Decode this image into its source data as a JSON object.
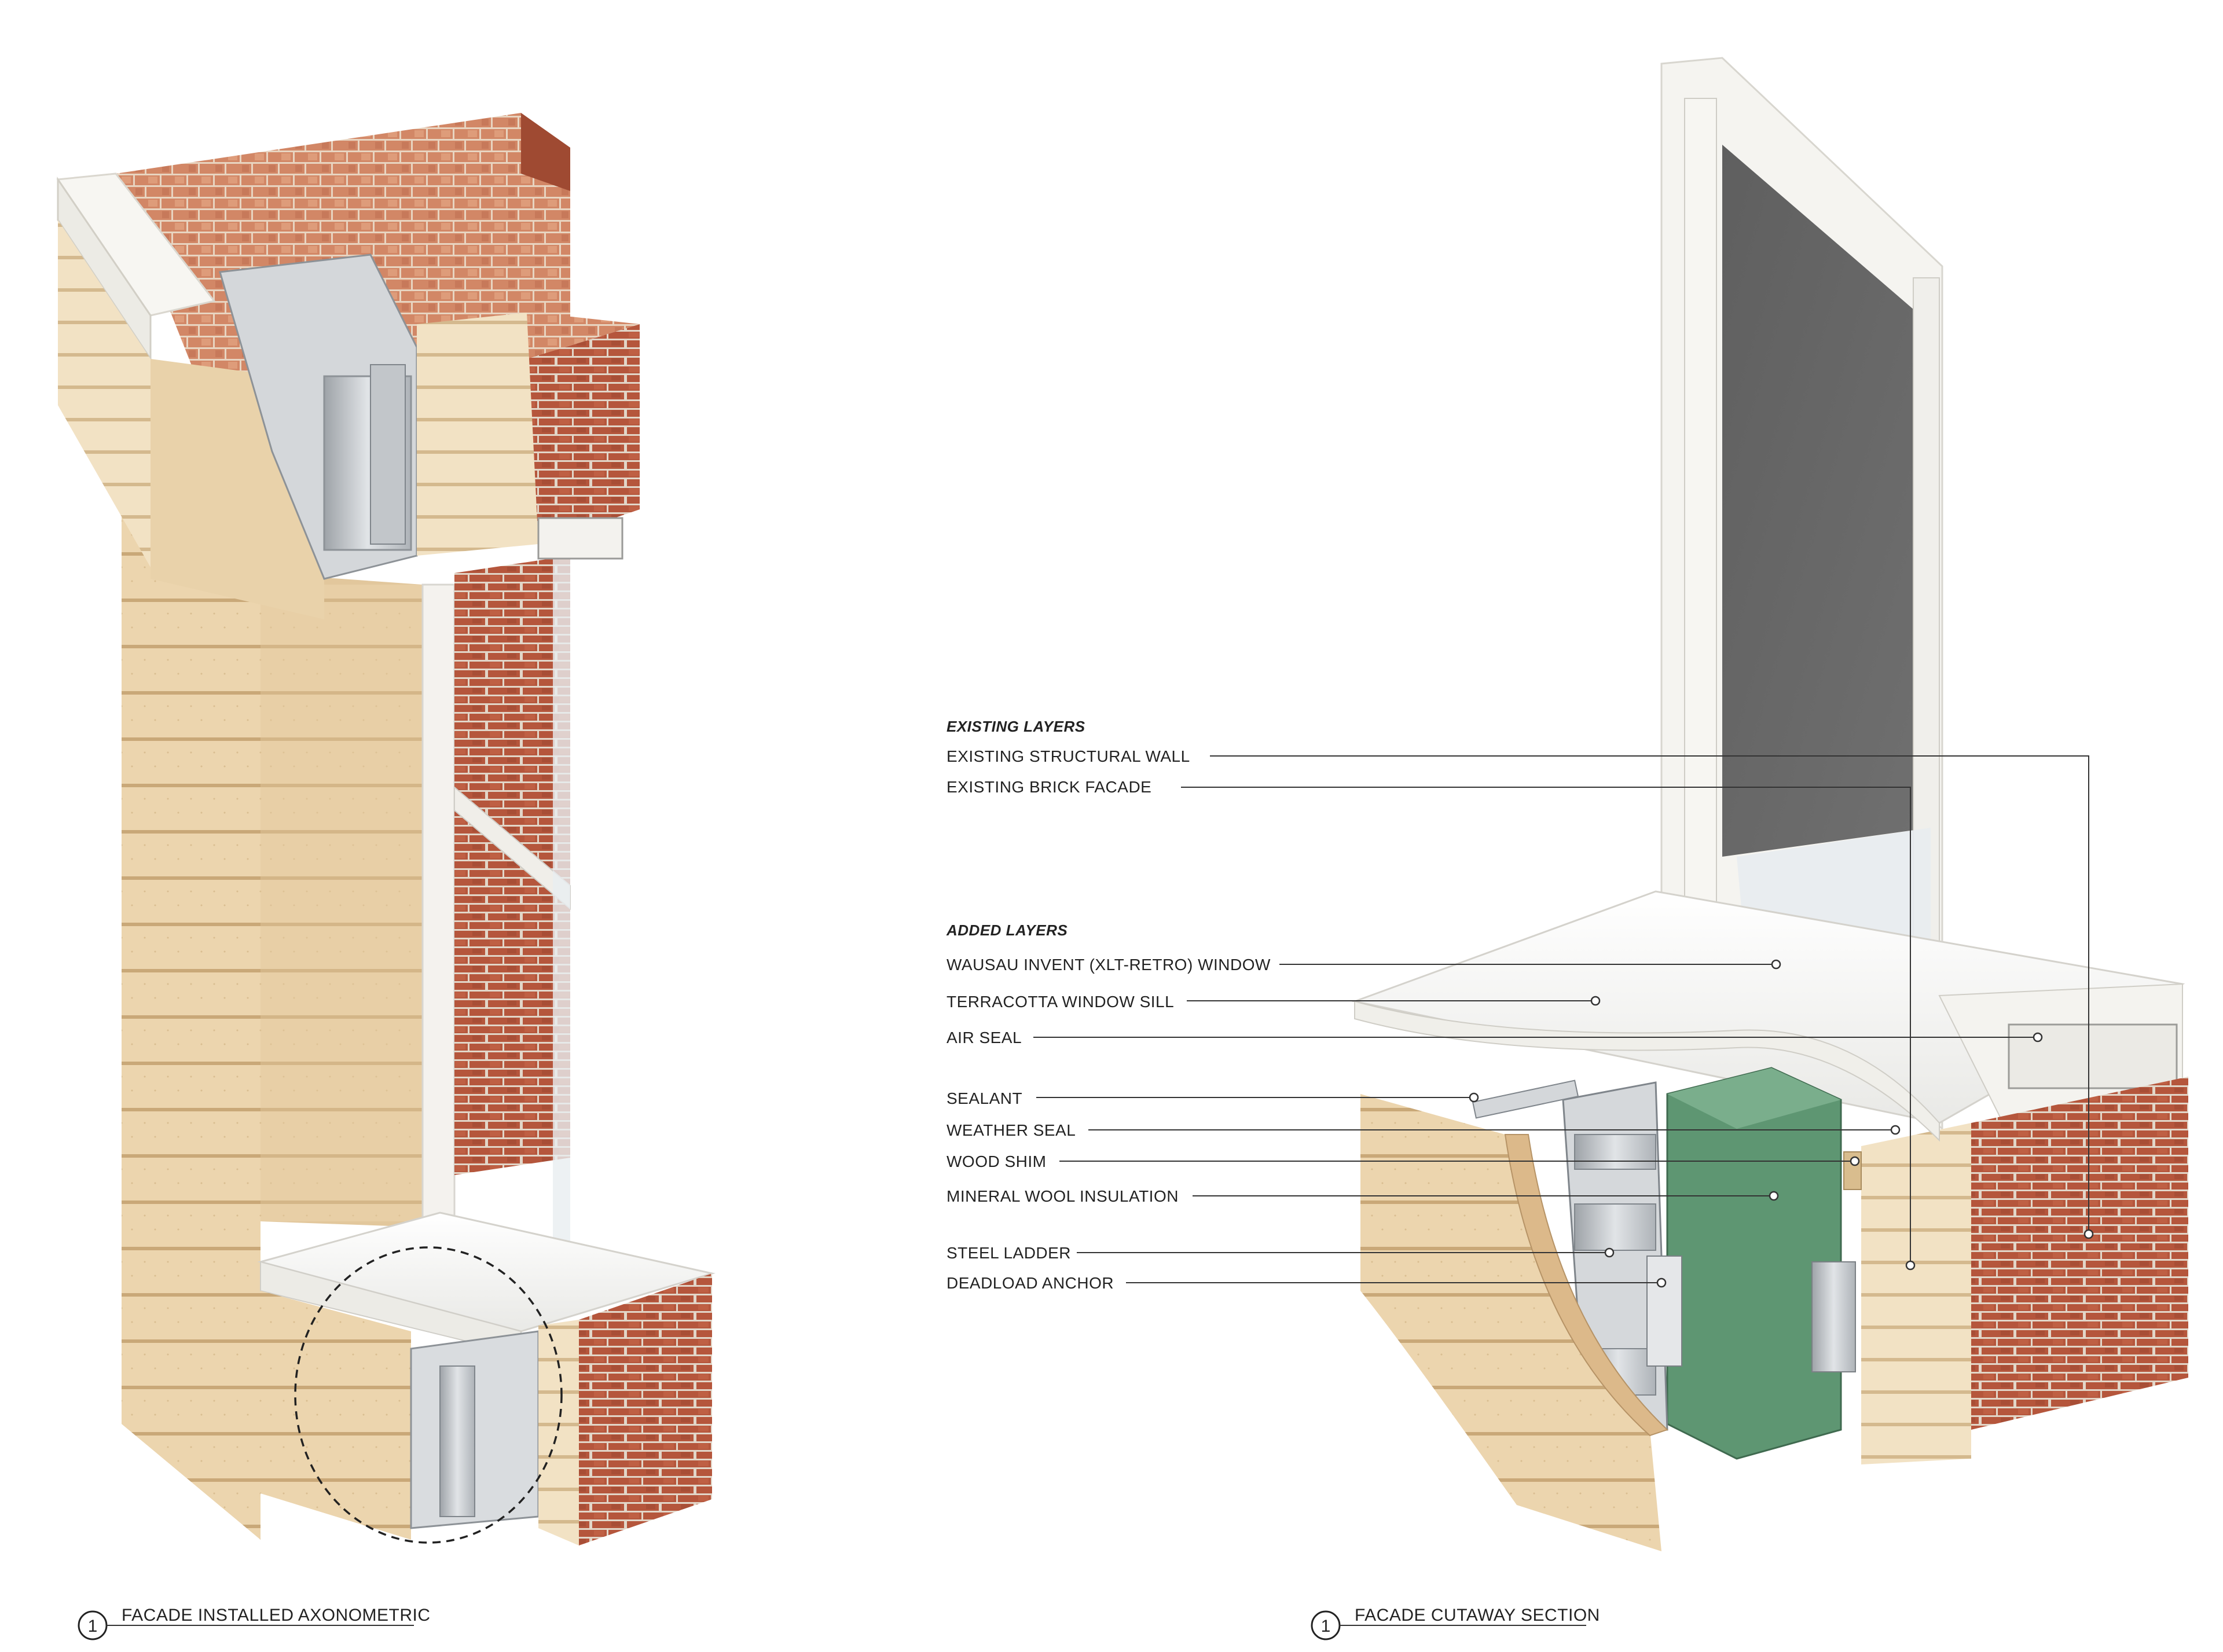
{
  "left_caption": {
    "number": "1",
    "title": "FACADE INSTALLED AXONOMETRIC"
  },
  "right_caption": {
    "number": "1",
    "title": "FACADE CUTAWAY SECTION"
  },
  "legend": {
    "existing_header": "EXISTING LAYERS",
    "existing": [
      {
        "id": "existing-structural-wall",
        "label": "EXISTING STRUCTURAL WALL"
      },
      {
        "id": "existing-brick-facade",
        "label": "EXISTING BRICK FACADE"
      }
    ],
    "added_header": "ADDED LAYERS",
    "added": [
      {
        "id": "wausau-window",
        "label": "WAUSAU INVENT (XLT-RETRO) WINDOW"
      },
      {
        "id": "terracotta-sill",
        "label": "TERRACOTTA WINDOW SILL"
      },
      {
        "id": "air-seal",
        "label": "AIR SEAL"
      },
      {
        "id": "sealant",
        "label": "SEALANT"
      },
      {
        "id": "weather-seal",
        "label": "WEATHER SEAL"
      },
      {
        "id": "wood-shim",
        "label": "WOOD SHIM"
      },
      {
        "id": "mineral-wool",
        "label": "MINERAL WOOL INSULATION"
      },
      {
        "id": "steel-ladder",
        "label": "STEEL LADDER"
      },
      {
        "id": "deadload-anchor",
        "label": "DEADLOAD ANCHOR"
      }
    ]
  },
  "colors": {
    "terracotta": "#e8cfa4",
    "terracotta_dark": "#cfae7c",
    "brick": "#b5563c",
    "brick_mortar": "#e2d6c8",
    "insulation": "#5e9672",
    "glass": "#6b6b6b",
    "frame": "#f4f2ee",
    "steel": "#c9ccd0"
  }
}
